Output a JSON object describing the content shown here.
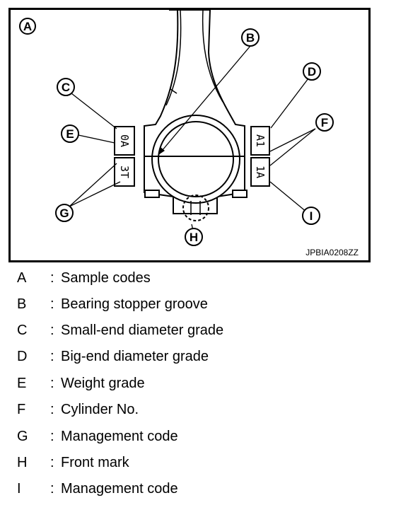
{
  "figure": {
    "corner_label": "A",
    "figure_id": "JPBIA0208ZZ",
    "callouts": [
      "A",
      "B",
      "C",
      "D",
      "E",
      "F",
      "G",
      "H",
      "I"
    ],
    "left_stamp_upper": "0A",
    "left_stamp_lower": "3T",
    "right_stamp_upper": "A1",
    "right_stamp_lower": "1A"
  },
  "legend": {
    "separator": ":",
    "items": [
      {
        "key": "A",
        "text": "Sample codes"
      },
      {
        "key": "B",
        "text": "Bearing stopper groove"
      },
      {
        "key": "C",
        "text": "Small-end diameter grade"
      },
      {
        "key": "D",
        "text": "Big-end diameter grade"
      },
      {
        "key": "E",
        "text": "Weight grade"
      },
      {
        "key": "F",
        "text": "Cylinder No."
      },
      {
        "key": "G",
        "text": "Management code"
      },
      {
        "key": "H",
        "text": "Front mark"
      },
      {
        "key": "I",
        "text": "Management code"
      }
    ]
  }
}
